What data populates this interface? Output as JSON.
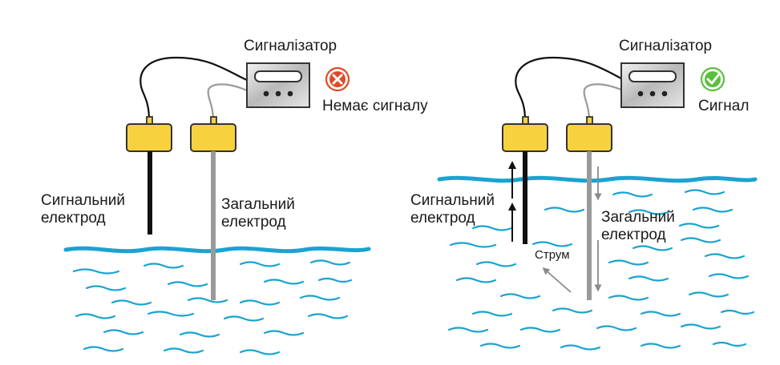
{
  "left_panel": {
    "device_label": "Сигналізатор",
    "status_text": "Немає сигналу",
    "status_icon": "cross-icon",
    "signal_electrode": [
      "Сигнальний",
      "електрод"
    ],
    "common_electrode": [
      "Загальний",
      "електрод"
    ]
  },
  "right_panel": {
    "device_label": "Сигналізатор",
    "status_text": "Сигнал",
    "status_icon": "check-icon",
    "signal_electrode": [
      "Сигнальний",
      "електрод"
    ],
    "common_electrode": [
      "Загальний",
      "електрод"
    ],
    "current_label": "Струм"
  },
  "colors": {
    "water": "#1aa3d1",
    "probe_head": "#f7d23e",
    "probe_outline": "#333333",
    "signal_rod": "#111111",
    "common_rod": "#9a9a9a",
    "error_icon": "#e04a2a",
    "ok_icon": "#5bbf3f",
    "arrow_gray": "#8a8a8a"
  }
}
